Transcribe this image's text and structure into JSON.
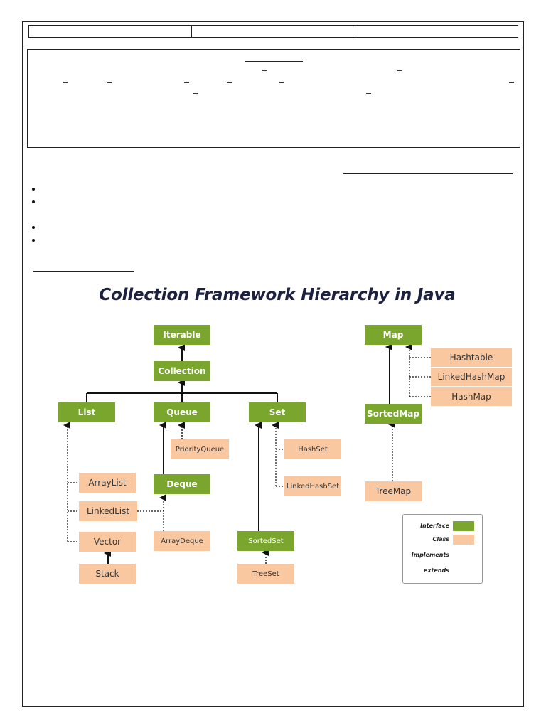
{
  "diagram": {
    "title": "Collection Framework Hierarchy in Java",
    "nodes": {
      "iterable": "Iterable",
      "collection": "Collection",
      "list": "List",
      "queue": "Queue",
      "set": "Set",
      "map": "Map",
      "sortedmap": "SortedMap",
      "hashtable": "Hashtable",
      "linkedhashmap": "LinkedHashMap",
      "hashmap": "HashMap",
      "treemap": "TreeMap",
      "priorityqueue": "PriorityQueue",
      "deque": "Deque",
      "arraydeque": "ArrayDeque",
      "hashset": "HashSet",
      "linkedhashset": "LinkedHashSet",
      "sortedset": "SortedSet",
      "treeset": "TreeSet",
      "arraylist": "ArrayList",
      "linkedlist": "LinkedList",
      "vector": "Vector",
      "stack": "Stack"
    },
    "colors": {
      "interface": "#7ba62e",
      "class": "#f9c7a0"
    },
    "legend": {
      "interface": "Interface",
      "class": "Class",
      "implements": "Implements",
      "extends": "extends"
    }
  }
}
